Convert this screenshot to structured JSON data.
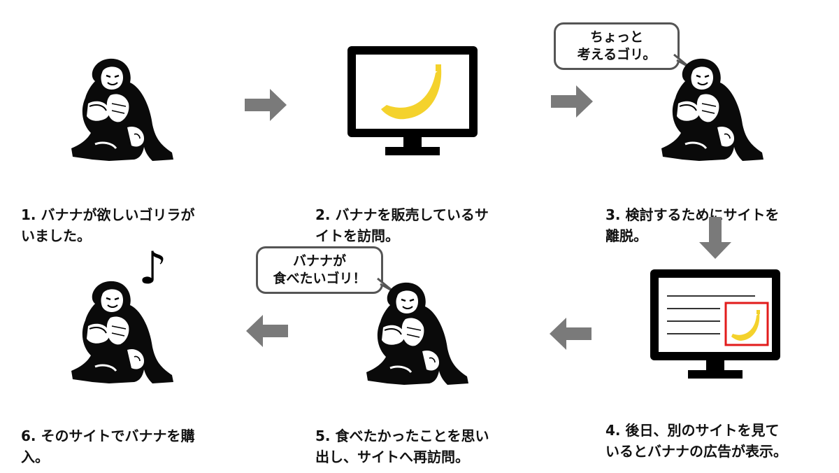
{
  "steps": [
    {
      "number": "1.",
      "text": "バナナが欲しいゴリラが\nいました。"
    },
    {
      "number": "2.",
      "text": "バナナを販売しているサ\nイトを訪問。"
    },
    {
      "number": "3.",
      "text": "検討するためにサイトを\n離脱。"
    },
    {
      "number": "4.",
      "text": "後日、別のサイトを見て\nいるとバナナの広告が表示。"
    },
    {
      "number": "5.",
      "text": "食べたかったことを思い\n出し、サイトへ再訪問。"
    },
    {
      "number": "6.",
      "text": "そのサイトでバナナを購\n入。"
    }
  ],
  "bubbles": {
    "think": "ちょっと\n考えるゴリ。",
    "want": "バナナが\n食べたいゴリ！"
  },
  "note_symbol": "♪",
  "colors": {
    "arrow": "#7a7a7a",
    "banana": "#f4d22c",
    "ad_border": "#e21b1b",
    "monitor": "#000000"
  }
}
